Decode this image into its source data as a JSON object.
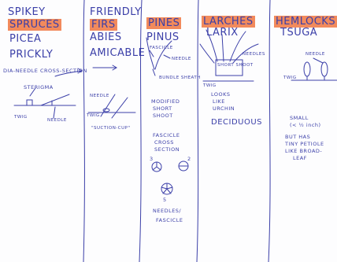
{
  "columns": {
    "spruces": {
      "line1": "SPIKEY",
      "heading": "SPRUCES",
      "genus": "PICEA",
      "mnemonic": "PRICKLY",
      "xsection_note": "DIA-NEEDLE CROSS-SECTION",
      "sterigma": "STERIGMA",
      "twig": "TWIG",
      "needle": "NEEDLE"
    },
    "firs": {
      "line1": "FRIENDLY",
      "heading": "FIRS",
      "genus": "ABIES",
      "mnemonic": "AMICABLE",
      "needle": "NEEDLE",
      "twig": "TWIG",
      "suction_cup": "\"SUCTION-CUP\""
    },
    "pines": {
      "heading": "PINES",
      "genus": "PINUS",
      "fascicle": "FASCICLE",
      "needle": "NEEDLE",
      "bundle_sheath": "BUNDLE SHEATH",
      "modified": "MODIFIED",
      "short": "SHORT",
      "shoot": "SHOOT",
      "fascicle2": "FASCICLE",
      "cross": "CROSS",
      "section": "SECTION",
      "n3": "3",
      "n2": "2",
      "n5": "5",
      "needles_per": "NEEDLES/",
      "fascicle3": "FASCICLE"
    },
    "larches": {
      "heading": "LARCHES",
      "genus": "LARIX",
      "short_shoot": "SHORT SHOOT",
      "needles": "NEEDLES",
      "twig": "TWIG",
      "looks": "LOOKS",
      "like": "LIKE",
      "urchin": "URCHIN",
      "deciduous": "DECIDUOUS"
    },
    "hemlocks": {
      "heading": "HEMLOCKS",
      "genus": "TSUGA",
      "needle": "NEEDLE",
      "twig": "TWIG",
      "small": "SMALL",
      "size": "(< ½ inch)",
      "but_has": "BUT HAS",
      "tiny_petiole": "TINY PETIOLE",
      "like_broad": "LIKE BROAD-",
      "leaf": "LEAF"
    }
  },
  "colors": {
    "ink": "#3b3fa8",
    "highlight": "#f28a5c",
    "paper": "#fdfdfe"
  }
}
